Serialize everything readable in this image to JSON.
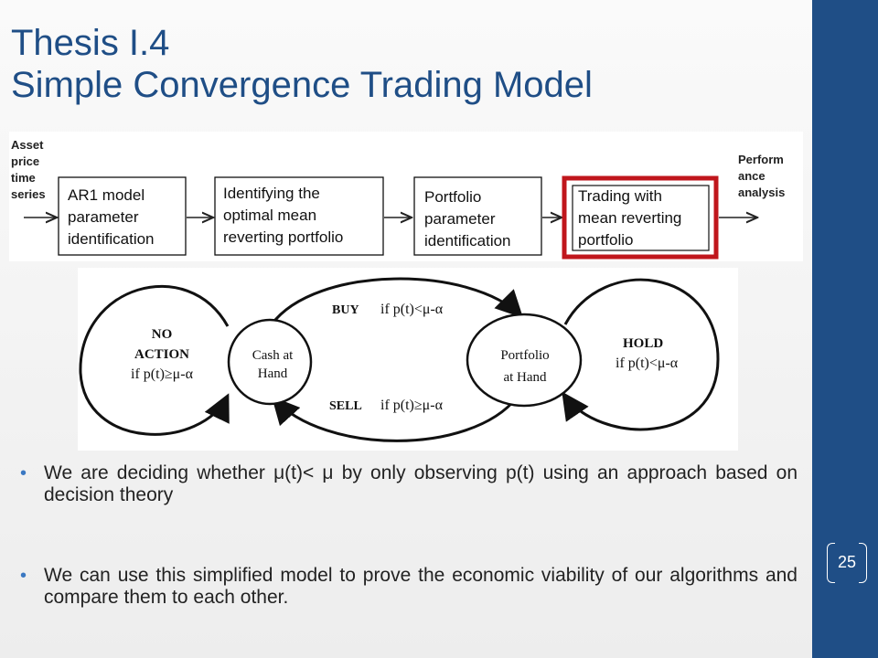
{
  "slide": {
    "title_line1": "Thesis I.4",
    "title_line2": "Simple Convergence Trading Model",
    "page_number": "25"
  },
  "flow": {
    "input_label": [
      "Asset",
      "price",
      "time",
      "series"
    ],
    "steps": [
      {
        "lines": [
          "AR1 model",
          "parameter",
          "identification"
        ],
        "highlighted": false
      },
      {
        "lines": [
          "Identifying the",
          "optimal mean",
          "reverting portfolio"
        ],
        "highlighted": false
      },
      {
        "lines": [
          "Portfolio",
          "parameter",
          "identification"
        ],
        "highlighted": false
      },
      {
        "lines": [
          "Trading with",
          "mean reverting",
          "portfolio"
        ],
        "highlighted": true
      }
    ],
    "output_label": [
      "Perform",
      "ance",
      "analysis"
    ]
  },
  "state_diagram": {
    "states": {
      "cash": [
        "Cash at",
        "Hand"
      ],
      "portfolio": [
        "Portfolio",
        "at Hand"
      ]
    },
    "loops": {
      "no_action": {
        "title_lines": [
          "NO",
          "ACTION"
        ],
        "condition": "if p(t)≥μ-α"
      },
      "hold": {
        "title": "HOLD",
        "condition": "if p(t)<μ-α"
      }
    },
    "transitions": {
      "buy": {
        "label": "BUY",
        "condition": "if p(t)<μ-α"
      },
      "sell": {
        "label": "SELL",
        "condition": "if p(t)≥μ-α"
      }
    }
  },
  "bullets": [
    "We are deciding whether μ(t)< μ by only observing p(t) using an approach based on decision theory",
    "We can use this simplified model to prove the economic viability of our algorithms and compare them to each other."
  ],
  "colors": {
    "accent_blue": "#1f4e86",
    "highlight_red": "#c0161c",
    "bullet_blue": "#3a78c2"
  }
}
